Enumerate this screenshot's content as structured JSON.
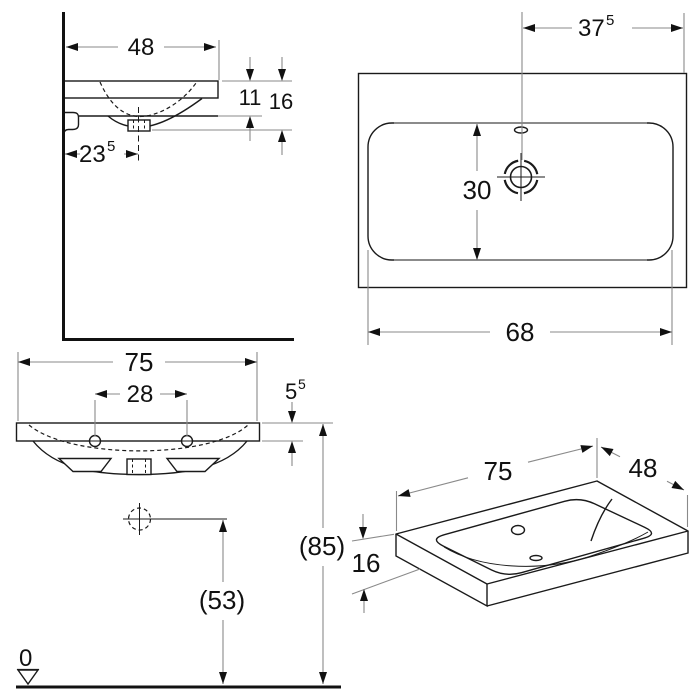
{
  "colors": {
    "object_line": "#1a1a1a",
    "dimension_line": "#8a8a8a",
    "background": "#ffffff"
  },
  "views": {
    "side": {
      "width": "48",
      "ledge_height": "11",
      "total_height": "16",
      "drain_offset": "23",
      "drain_offset_sup": "5"
    },
    "plan": {
      "tap_offset": "37",
      "tap_offset_sup": "5",
      "basin_depth": "30",
      "basin_width": "68"
    },
    "front": {
      "width": "75",
      "hole_spacing": "28",
      "rim_thickness": "5",
      "rim_thickness_sup": "5",
      "height_total": "(85)",
      "height_siphon": "(53)",
      "datum": "0"
    },
    "iso": {
      "width": "75",
      "depth": "48",
      "height": "16"
    }
  }
}
